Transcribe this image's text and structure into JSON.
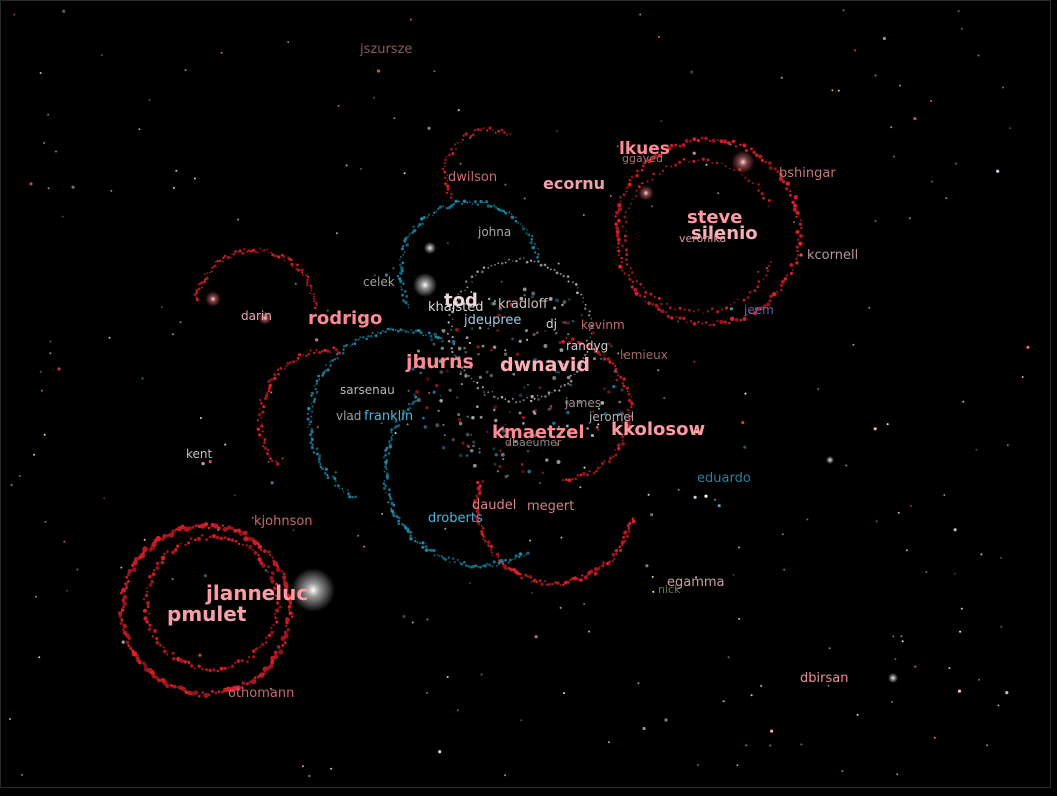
{
  "colors": {
    "background": "#000000",
    "ring_red": "#e0202a",
    "ring_cyan": "#1f8fb0",
    "star_white": "#ffffff",
    "label_red": "#ff7c86",
    "label_pink": "#f0a0a8",
    "label_cyan": "#4fb6d8",
    "label_gray": "#b8b8b8",
    "label_dim": "#9a7070"
  },
  "labels": [
    {
      "id": "jszursze",
      "text": "jszursze"
    },
    {
      "id": "lkues",
      "text": "lkues"
    },
    {
      "id": "ggayed",
      "text": "ggayed"
    },
    {
      "id": "bshingar",
      "text": "bshingar"
    },
    {
      "id": "dwilson",
      "text": "dwilson"
    },
    {
      "id": "ecornu",
      "text": "ecornu"
    },
    {
      "id": "steve",
      "text": "steve"
    },
    {
      "id": "silenio",
      "text": "silenio"
    },
    {
      "id": "veronika",
      "text": "veronika"
    },
    {
      "id": "kcornell",
      "text": "kcornell"
    },
    {
      "id": "johna",
      "text": "johna"
    },
    {
      "id": "celek",
      "text": "celek"
    },
    {
      "id": "tod",
      "text": "tod"
    },
    {
      "id": "khalsted",
      "text": "khalsted"
    },
    {
      "id": "kradloff",
      "text": "kradloff"
    },
    {
      "id": "jeem",
      "text": "jeem"
    },
    {
      "id": "darin",
      "text": "darin"
    },
    {
      "id": "rodrigo",
      "text": "rodrigo"
    },
    {
      "id": "jdeupree",
      "text": "jdeupree"
    },
    {
      "id": "dj",
      "text": "dj"
    },
    {
      "id": "kevinm",
      "text": "kevinm"
    },
    {
      "id": "randyg",
      "text": "randyg"
    },
    {
      "id": "lemieux",
      "text": "lemieux"
    },
    {
      "id": "jburns",
      "text": "jburns"
    },
    {
      "id": "dwnavid",
      "text": "dwnavid"
    },
    {
      "id": "sarsenau",
      "text": "sarsenau"
    },
    {
      "id": "vlad",
      "text": "vlad"
    },
    {
      "id": "franklin",
      "text": "franklin"
    },
    {
      "id": "james",
      "text": "james"
    },
    {
      "id": "jeromel",
      "text": "jeromel"
    },
    {
      "id": "kmaetzel",
      "text": "kmaetzel"
    },
    {
      "id": "kkolosow",
      "text": "kkolosow"
    },
    {
      "id": "dbaeumer",
      "text": "dbaeumer"
    },
    {
      "id": "kent",
      "text": "kent"
    },
    {
      "id": "eduardo",
      "text": "eduardo"
    },
    {
      "id": "kjohnson",
      "text": "kjohnson"
    },
    {
      "id": "droberts",
      "text": "droberts"
    },
    {
      "id": "daudel",
      "text": "daudel"
    },
    {
      "id": "megert",
      "text": "megert"
    },
    {
      "id": "jlanneluc",
      "text": "jlanneluc"
    },
    {
      "id": "pmulet",
      "text": "pmulet"
    },
    {
      "id": "egamma",
      "text": "egamma"
    },
    {
      "id": "nick",
      "text": "nick"
    },
    {
      "id": "dbirsan",
      "text": "dbirsan"
    },
    {
      "id": "othomann",
      "text": "othomann"
    }
  ]
}
